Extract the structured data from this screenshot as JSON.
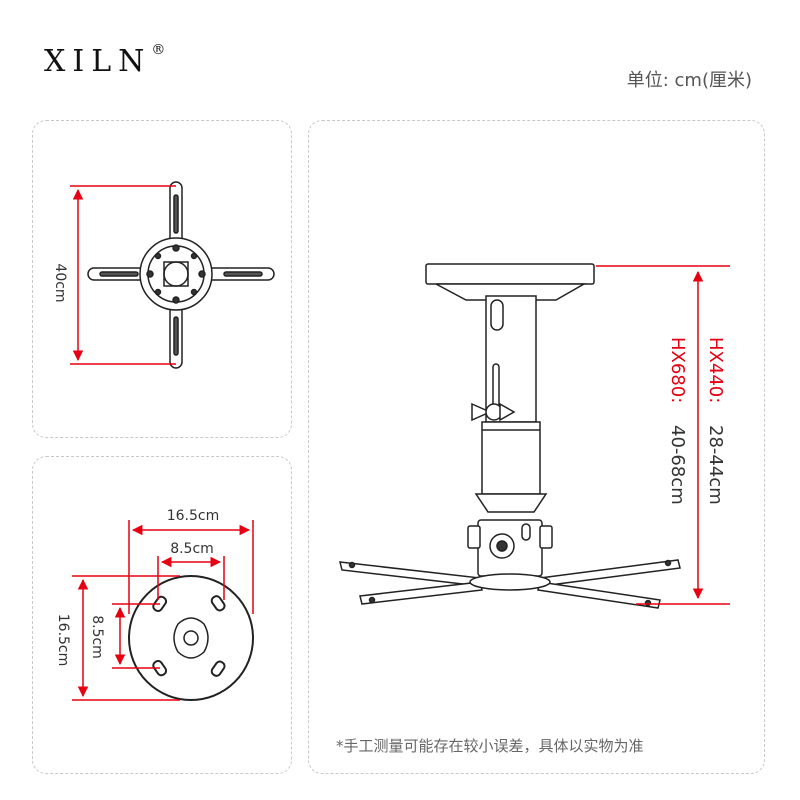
{
  "brand": {
    "name": "XILN",
    "registered": "®"
  },
  "unit_label": "单位: cm(厘米)",
  "top_mount": {
    "width_label": "40cm"
  },
  "base_plate": {
    "outer_label": "16.5cm",
    "inner_label": "8.5cm",
    "outer_vertical_label": "16.5cm",
    "inner_vertical_label": "8.5cm"
  },
  "height": {
    "hx440_label": "HX440:",
    "hx440_range": "28-44cm",
    "hx680_label": "HX680:",
    "hx680_range": "40-68cm"
  },
  "footnote": "*手工测量可能存在较小误差，具体以实物为准",
  "colors": {
    "dimension_line": "#e60012",
    "outline": "#222222",
    "panel_border": "#c8c8c8"
  }
}
